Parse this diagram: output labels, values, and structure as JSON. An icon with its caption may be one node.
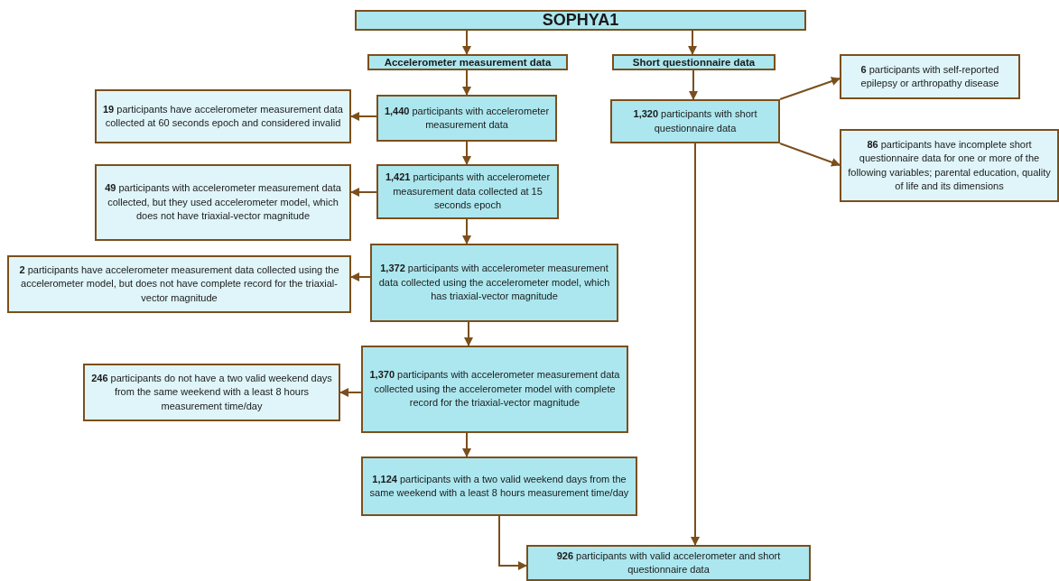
{
  "diagram": {
    "nodes": [
      {
        "text": [
          "SOPHYA1"
        ]
      },
      {
        "text": [
          "Accelerometer measurement data"
        ]
      },
      {
        "text": [
          "Short questionnaire data"
        ]
      },
      {
        "text": [
          "**1,440** participants with accelerometer measurement data"
        ]
      },
      {
        "text": [
          "**19** participants have accelerometer measurement data collected at 60 seconds epoch and considered invalid"
        ]
      },
      {
        "text": [
          "**1,421** participants with accelerometer measurement data collected at 15 seconds epoch"
        ]
      },
      {
        "text": [
          "**49** participants with accelerometer measurement data collected, but they used accelerometer model, which does not have triaxial-vector magnitude"
        ]
      },
      {
        "text": [
          "**1,372** participants with accelerometer measurement data collected using the accelerometer model, which has triaxial-vector magnitude"
        ]
      },
      {
        "text": [
          "**2** participants have accelerometer measurement data collected using the accelerometer model, but does not have complete record for the triaxial-vector magnitude"
        ]
      },
      {
        "text": [
          "**1,370** participants with accelerometer measurement data collected using the accelerometer model with complete record for the triaxial-vector magnitude"
        ]
      },
      {
        "text": [
          "**246** participants do not have a two valid weekend days from the same weekend with a least 8 hours measurement time/day"
        ]
      },
      {
        "text": [
          "**1,124** participants with a two valid weekend days from the same weekend with a least 8 hours measurement time/day"
        ]
      },
      {
        "text": [
          "**926** participants with valid accelerometer and short questionnaire data"
        ]
      },
      {
        "text": [
          "**1,320** participants with short questionnaire data"
        ]
      },
      {
        "text": [
          "**6** participants with self-reported epilepsy or arthropathy disease"
        ]
      },
      {
        "text": [
          "**86** participants have incomplete short questionnaire data for one or more of the following variables;  parental education, quality of life and its dimensions"
        ]
      }
    ],
    "edges": [
      {
        "from": 0,
        "to": 1,
        "arrow": "to"
      },
      {
        "from": 0,
        "to": 2,
        "arrow": "to"
      },
      {
        "from": 1,
        "to": 3,
        "arrow": "to"
      },
      {
        "from": 3,
        "to": 4,
        "arrow": "to"
      },
      {
        "from": 3,
        "to": 5,
        "arrow": "to"
      },
      {
        "from": 5,
        "to": 6,
        "arrow": "to"
      },
      {
        "from": 5,
        "to": 7,
        "arrow": "to"
      },
      {
        "from": 7,
        "to": 8,
        "arrow": "to"
      },
      {
        "from": 7,
        "to": 9,
        "arrow": "to"
      },
      {
        "from": 9,
        "to": 10,
        "arrow": "to"
      },
      {
        "from": 9,
        "to": 11,
        "arrow": "to"
      },
      {
        "from": 11,
        "to": 12,
        "arrow": "to"
      },
      {
        "from": 2,
        "to": 13,
        "arrow": "to"
      },
      {
        "from": 13,
        "to": 14,
        "arrow": "to"
      },
      {
        "from": 13,
        "to": 15,
        "arrow": "to"
      },
      {
        "from": 13,
        "to": 12,
        "arrow": "to"
      }
    ]
  }
}
